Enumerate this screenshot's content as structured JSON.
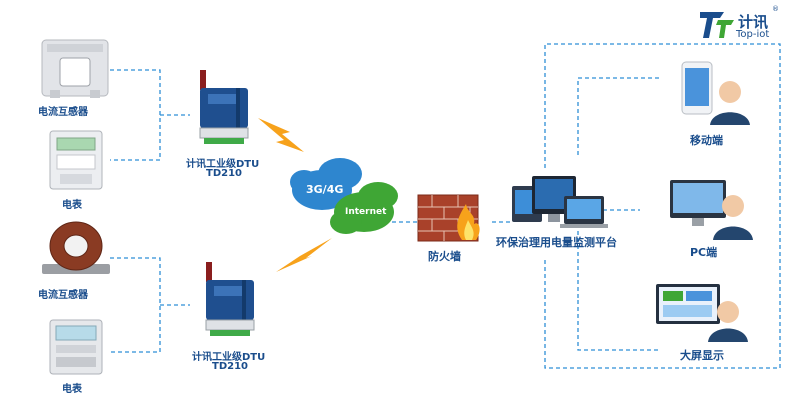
{
  "logo": {
    "cn": "计讯",
    "en": "Top-iot",
    "reg": "®"
  },
  "devices": {
    "ct1": "电流互感器",
    "meter1": "电表",
    "ct2": "电流互感器",
    "meter2": "电表"
  },
  "dtu": {
    "top": {
      "name": "计讯工业级DTU",
      "model": "TD210"
    },
    "bottom": {
      "name": "计讯工业级DTU",
      "model": "TD210"
    }
  },
  "network": {
    "cloud_3g4g": "3G/4G",
    "cloud_internet": "Internet"
  },
  "firewall": "防火墙",
  "platform": "环保治理用电量监测平台",
  "clients": {
    "mobile": "移动端",
    "pc": "PC端",
    "bigscreen": "大屏显示"
  },
  "colors": {
    "line": "#2f8fd6",
    "text": "#1a4d8c",
    "lightning": "#f7a21b"
  }
}
